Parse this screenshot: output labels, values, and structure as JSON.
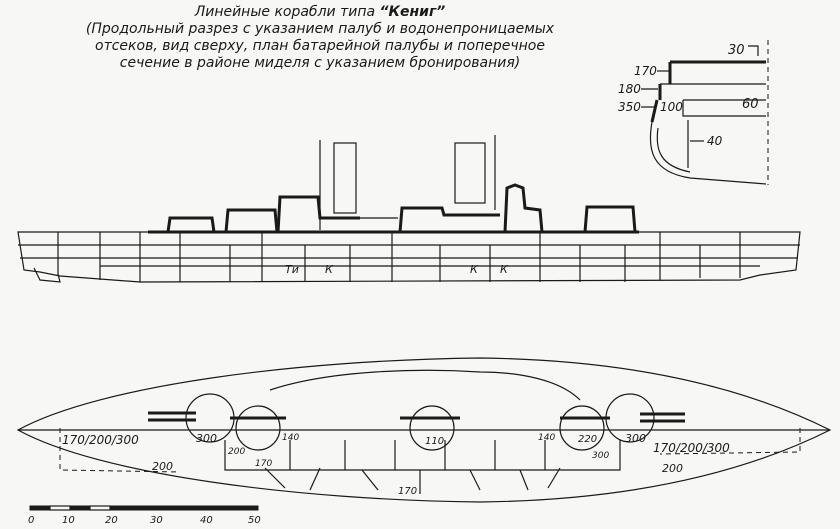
{
  "caption": {
    "title_prefix": "Линейные корабли типа ",
    "title_name": "“Кениг”",
    "lines": [
      "(Продольный разрез с указанием палуб и водонепроницаемых",
      "отсеков, вид сверху, план батарейной палубы и поперечное",
      "сечение в районе миделя с указанием бронирования)"
    ]
  },
  "section_labels": {
    "top_deck": "30",
    "upper_belt": "170",
    "belt_mid": "180",
    "belt_main": "350",
    "belt_inner": "100",
    "deck": "60",
    "bulkhead": "40"
  },
  "profile_labels": {
    "ti": "Ти",
    "k1": "К",
    "k2": "К",
    "k3": "К"
  },
  "plan_labels": {
    "left_turret_armor": "170/200/300",
    "right_turret_armor": "170/200/300",
    "left_lower": "200",
    "right_lower": "200",
    "t1": "300",
    "t1b": "200",
    "t2": "140",
    "t2b": "170",
    "center": "110",
    "t4": "140",
    "t4b": "220",
    "t4c": "300",
    "t5": "300",
    "casemate": "170"
  },
  "scale": {
    "ticks": [
      "0",
      "10",
      "20",
      "30",
      "40",
      "50"
    ]
  }
}
